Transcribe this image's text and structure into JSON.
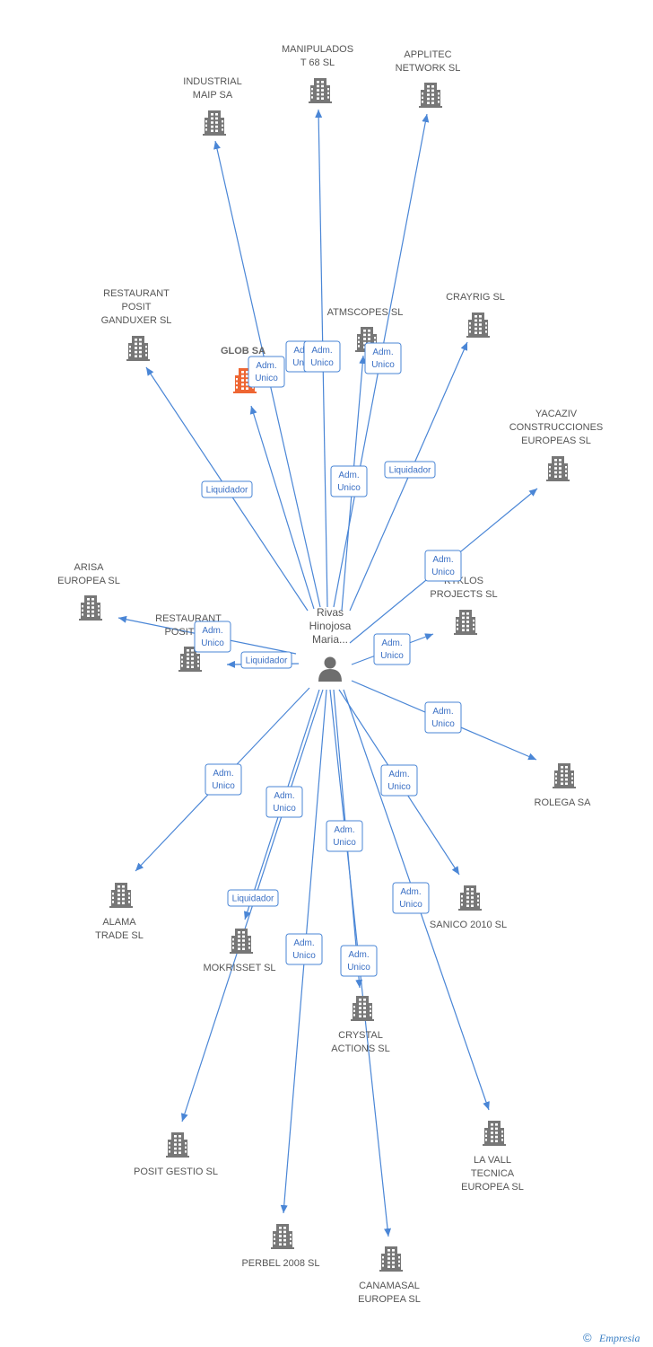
{
  "colors": {
    "edge": "#4a86d6",
    "building": "#777777",
    "building_highlight": "#ee6633",
    "person": "#6e6e6e",
    "label_border": "#4a86d6",
    "label_text": "#3a6fc4"
  },
  "person": {
    "name_lines": [
      "Rivas",
      "Hinojosa",
      "Maria..."
    ]
  },
  "companies": [
    {
      "id": "industrial",
      "lines": [
        "INDUSTRIAL",
        "MAIP SA"
      ]
    },
    {
      "id": "manipulados",
      "lines": [
        "MANIPULADOS",
        "T 68 SL"
      ]
    },
    {
      "id": "applitec",
      "lines": [
        "APPLITEC",
        "NETWORK SL"
      ]
    },
    {
      "id": "restaurant-ganduxer",
      "lines": [
        "RESTAURANT",
        "POSIT",
        "GANDUXER SL"
      ]
    },
    {
      "id": "glob",
      "lines": [
        "GLOB SA"
      ],
      "highlight": true
    },
    {
      "id": "atmscopes",
      "lines": [
        "ATMSCOPES SL"
      ]
    },
    {
      "id": "crayrig",
      "lines": [
        "CRAYRIG SL"
      ]
    },
    {
      "id": "yacaziv",
      "lines": [
        "YACAZIV",
        "CONSTRUCCIONES",
        "EUROPEAS SL"
      ]
    },
    {
      "id": "arisa",
      "lines": [
        "ARISA",
        "EUROPEA SL"
      ]
    },
    {
      "id": "restaurant-sit",
      "lines": [
        "RESTAURANT",
        "POSIT SIT"
      ]
    },
    {
      "id": "kyklos",
      "lines": [
        "KYKLOS",
        "PROJECTS SL"
      ]
    },
    {
      "id": "rolega",
      "lines": [
        "ROLEGA SA"
      ]
    },
    {
      "id": "alama",
      "lines": [
        "ALAMA",
        "TRADE SL"
      ]
    },
    {
      "id": "mokrisset",
      "lines": [
        "MOKRISSET SL"
      ]
    },
    {
      "id": "sanico",
      "lines": [
        "SANICO 2010 SL"
      ]
    },
    {
      "id": "crystal",
      "lines": [
        "CRYSTAL",
        "ACTIONS SL"
      ]
    },
    {
      "id": "posit-gestio",
      "lines": [
        "POSIT GESTIO SL"
      ]
    },
    {
      "id": "la-vall",
      "lines": [
        "LA VALL",
        "TECNICA",
        "EUROPEA SL"
      ]
    },
    {
      "id": "perbel",
      "lines": [
        "PERBEL 2008 SL"
      ]
    },
    {
      "id": "canamasal",
      "lines": [
        "CANAMASAL",
        "EUROPEA SL"
      ]
    }
  ],
  "edges": [
    {
      "to": "industrial",
      "label": [
        "Adm.",
        "Unico"
      ]
    },
    {
      "to": "manipulados",
      "label": [
        "Adm.",
        "Unico"
      ]
    },
    {
      "to": "applitec",
      "label": [
        "Adm.",
        "Unico"
      ]
    },
    {
      "to": "restaurant-ganduxer",
      "label": [
        "Liquidador"
      ]
    },
    {
      "to": "glob",
      "label": [
        "Adm.",
        "Unico"
      ]
    },
    {
      "to": "atmscopes",
      "label": [
        "Adm.",
        "Unico"
      ]
    },
    {
      "to": "crayrig",
      "label": [
        "Liquidador"
      ]
    },
    {
      "to": "yacaziv",
      "label": [
        "Adm.",
        "Unico"
      ]
    },
    {
      "to": "arisa",
      "label": [
        "Adm.",
        "Unico"
      ]
    },
    {
      "to": "restaurant-sit",
      "label": [
        "Liquidador"
      ]
    },
    {
      "to": "kyklos",
      "label": [
        "Adm.",
        "Unico"
      ]
    },
    {
      "to": "rolega",
      "label": [
        "Adm.",
        "Unico"
      ]
    },
    {
      "to": "alama",
      "label": [
        "Adm.",
        "Unico"
      ]
    },
    {
      "to": "mokrisset",
      "label": [
        "Liquidador"
      ]
    },
    {
      "to": "sanico",
      "label": [
        "Adm.",
        "Unico"
      ]
    },
    {
      "to": "crystal",
      "label": [
        "Adm.",
        "Unico"
      ]
    },
    {
      "to": "posit-gestio",
      "label": [
        "Adm.",
        "Unico"
      ]
    },
    {
      "to": "la-vall",
      "label": [
        "Adm.",
        "Unico"
      ]
    },
    {
      "to": "perbel",
      "label": [
        "Adm.",
        "Unico"
      ]
    },
    {
      "to": "canamasal",
      "label": [
        "Adm.",
        "Unico"
      ]
    }
  ],
  "credit": {
    "symbol": "©",
    "brand": "Empresia"
  }
}
